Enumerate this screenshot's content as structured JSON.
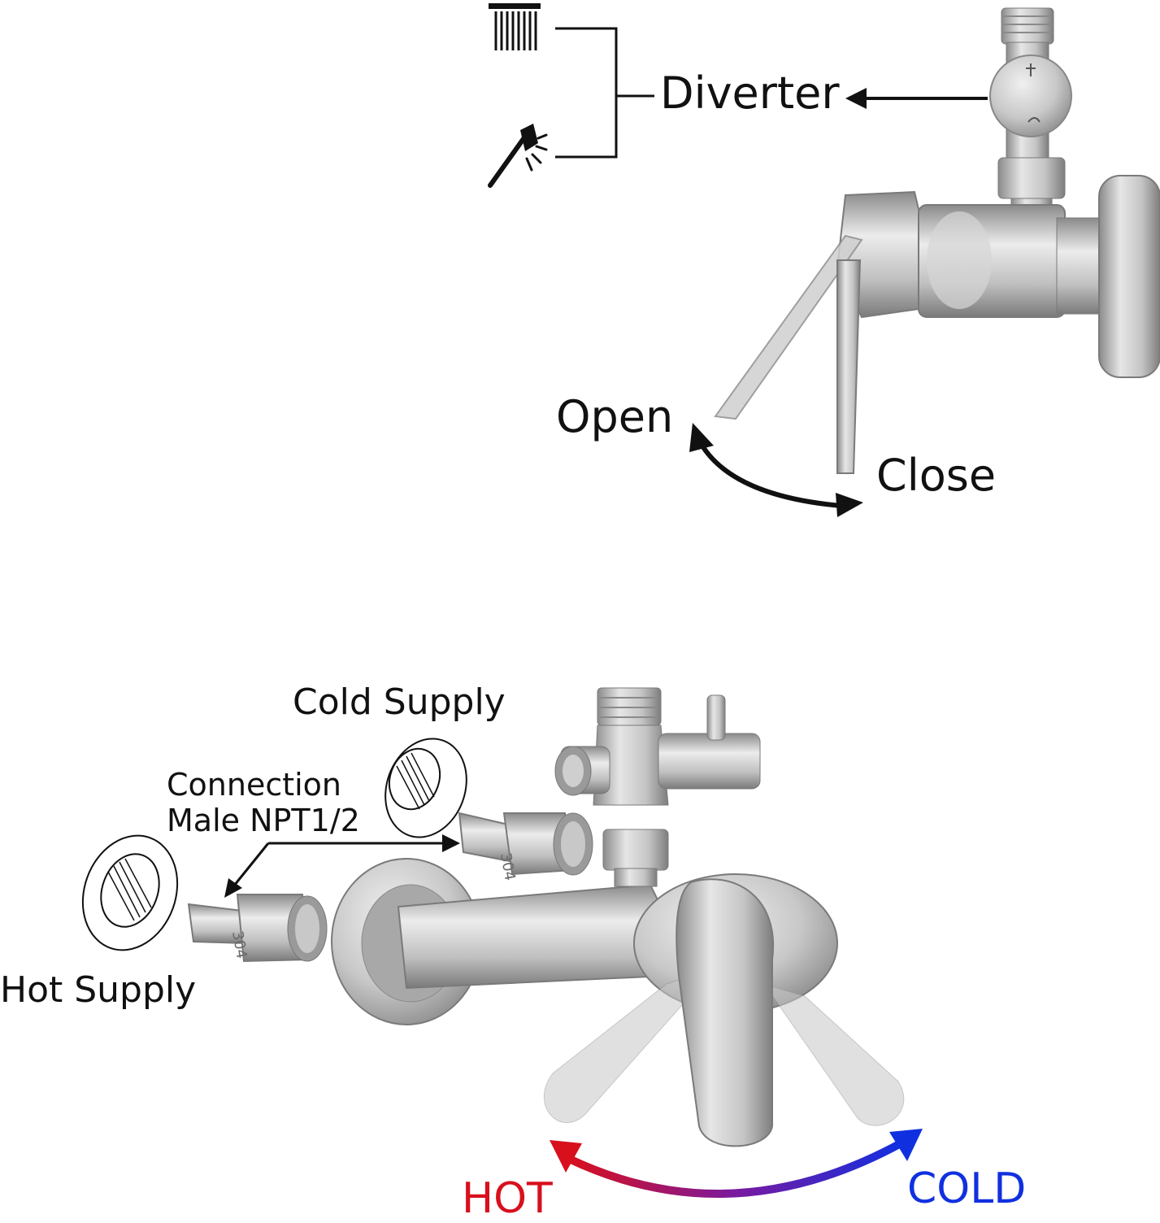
{
  "labels": {
    "diverter": "Diverter",
    "open": "Open",
    "close": "Close",
    "cold_supply": "Cold Supply",
    "connection_line1": "Connection",
    "connection_line2": "Male NPT1/2",
    "hot_supply": "Hot Supply",
    "hot": "HOT",
    "cold": "COLD",
    "stamp": "304"
  },
  "icons": {
    "top": "rain-shower-head-icon",
    "bottom": "hand-shower-icon"
  },
  "colors": {
    "hot": "#d8101c",
    "cold": "#1030e0",
    "text": "#111111",
    "metal_light": "#e4e4e4",
    "metal_mid": "#b8b8b8",
    "metal_dark": "#858585"
  }
}
